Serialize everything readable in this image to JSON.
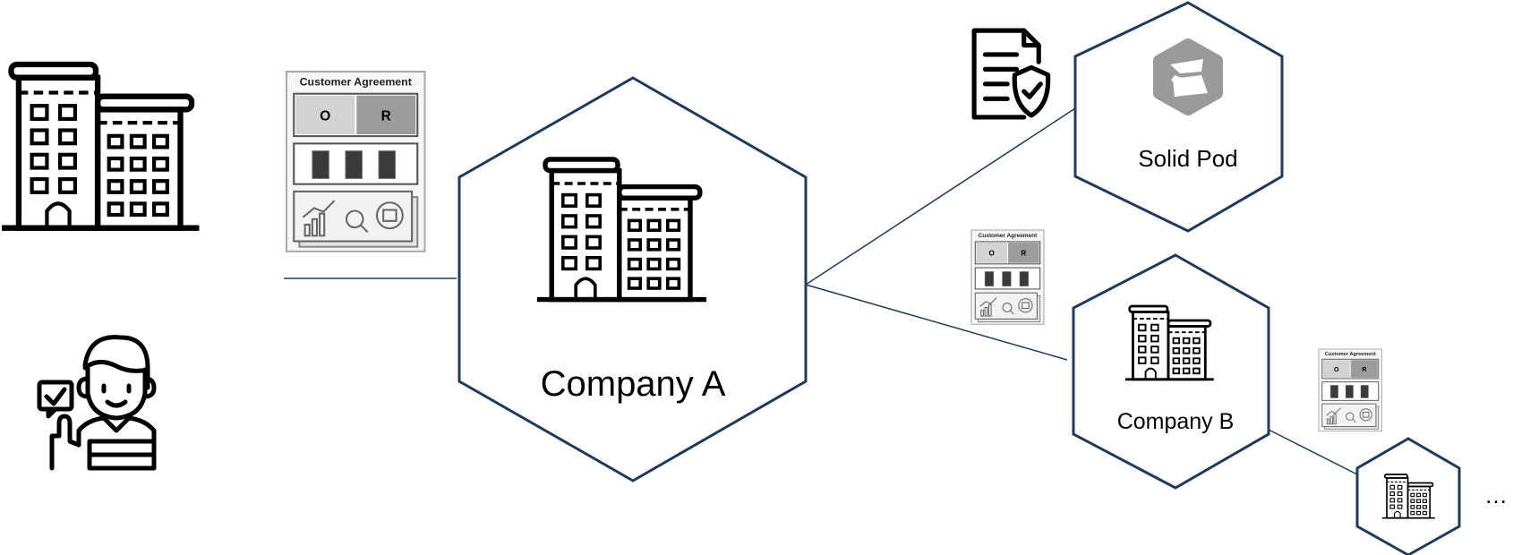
{
  "diagram": {
    "nodes": [
      {
        "id": "company-a",
        "label": "Company A",
        "shape": "hexagon"
      },
      {
        "id": "solid-pod",
        "label": "Solid Pod",
        "shape": "hexagon"
      },
      {
        "id": "company-b",
        "label": "Company B",
        "shape": "hexagon"
      },
      {
        "id": "company-c",
        "label": "",
        "shape": "hexagon"
      }
    ],
    "documents": [
      {
        "id": "agreement-large",
        "title": "Customer Agreement",
        "cells": [
          "O",
          "R"
        ]
      },
      {
        "id": "agreement-mid",
        "title": "Customer Agreement",
        "cells": [
          "O",
          "R"
        ]
      },
      {
        "id": "agreement-small",
        "title": "Customer Agreement",
        "cells": [
          "O",
          "R"
        ]
      }
    ],
    "ellipsis": "…",
    "icons": [
      "building-icon",
      "customer-icon",
      "document-shield-icon",
      "solid-logo-icon"
    ],
    "colors": {
      "node_stroke": "#1f3b5c",
      "line": "#1f3b5c",
      "icon": "#000000",
      "logo_gray": "#9a9a9a"
    }
  }
}
